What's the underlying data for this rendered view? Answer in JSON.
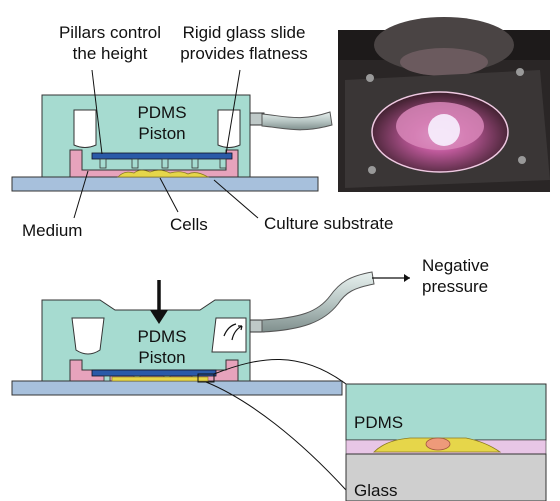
{
  "top_panel": {
    "annotation_pillars": [
      "Pillars control",
      "the height"
    ],
    "annotation_glass": [
      "Rigid glass slide",
      "provides flatness"
    ],
    "piston_label": [
      "PDMS",
      "Piston"
    ],
    "label_medium": "Medium",
    "label_cells": "Cells",
    "label_substrate": "Culture substrate"
  },
  "bottom_panel": {
    "piston_label": [
      "PDMS",
      "Piston"
    ],
    "label_negative_pressure": [
      "Negative",
      "pressure"
    ],
    "inset_label_pdms": "PDMS",
    "inset_label_glass": "Glass"
  },
  "colors": {
    "pdms": "#a6dbd0",
    "medium": "#e7a3bc",
    "substrate": "#a7c0dc",
    "glass_slide": "#2a5aa8",
    "cells": "#e6d64a",
    "inset_glass": "#cfcfcf",
    "inset_membrane": "#e8c6e6",
    "nucleus": "#ee9a7a"
  },
  "icons": {
    "photo": "microscope-setup-photo",
    "arrow": "down-arrow-icon",
    "tube": "vacuum-tube-icon"
  }
}
